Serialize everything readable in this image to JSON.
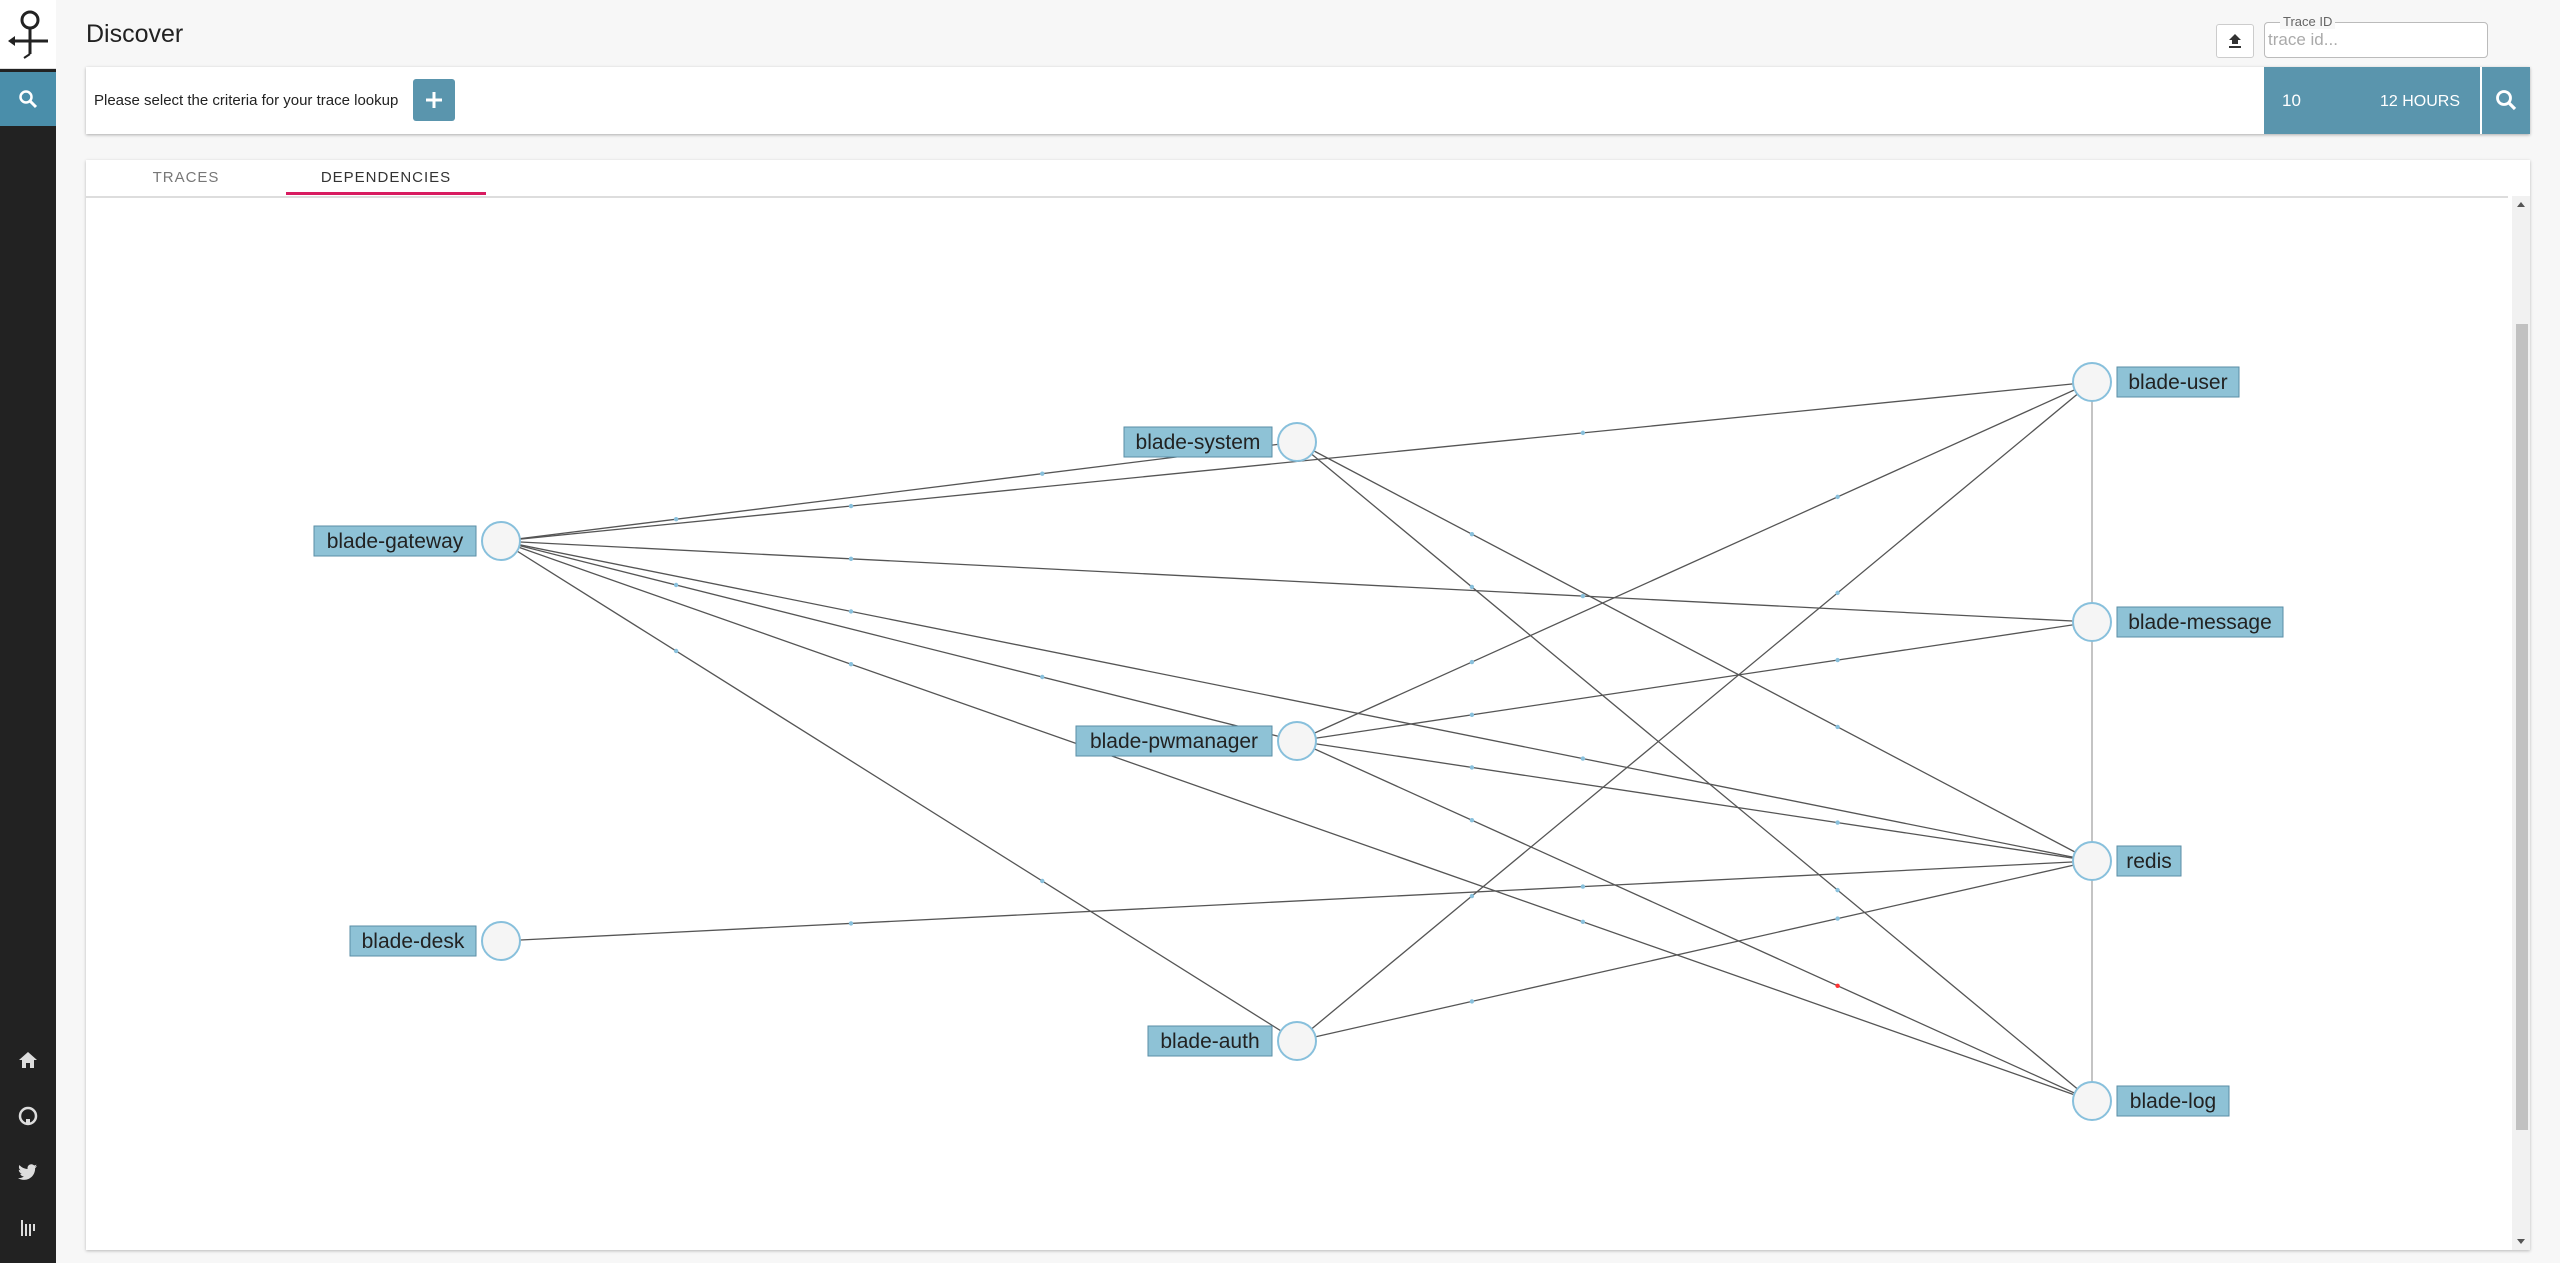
{
  "app": {
    "page_title": "Discover"
  },
  "sidebar": {
    "items": [
      {
        "name": "search",
        "icon": "search-icon"
      },
      {
        "name": "home",
        "icon": "home-icon"
      },
      {
        "name": "github",
        "icon": "github-icon"
      },
      {
        "name": "twitter",
        "icon": "twitter-icon"
      },
      {
        "name": "gitter",
        "icon": "gitter-icon"
      }
    ]
  },
  "trace_lookup": {
    "label": "Trace ID",
    "placeholder": "trace id..."
  },
  "criteria": {
    "prompt": "Please select the criteria for your trace lookup",
    "limit": "10",
    "lookback": "12 HOURS"
  },
  "tabs": [
    {
      "label": "TRACES",
      "active": false
    },
    {
      "label": "DEPENDENCIES",
      "active": true
    }
  ],
  "graph": {
    "nodes": [
      {
        "id": "blade-gateway",
        "label": "blade-gateway",
        "column": 0
      },
      {
        "id": "blade-desk",
        "label": "blade-desk",
        "column": 0
      },
      {
        "id": "blade-system",
        "label": "blade-system",
        "column": 1
      },
      {
        "id": "blade-pwmanager",
        "label": "blade-pwmanager",
        "column": 1
      },
      {
        "id": "blade-auth",
        "label": "blade-auth",
        "column": 1
      },
      {
        "id": "blade-user",
        "label": "blade-user",
        "column": 2
      },
      {
        "id": "blade-message",
        "label": "blade-message",
        "column": 2
      },
      {
        "id": "redis",
        "label": "redis",
        "column": 2
      },
      {
        "id": "blade-log",
        "label": "blade-log",
        "column": 2
      }
    ],
    "edges": [
      {
        "from": "blade-gateway",
        "to": "blade-system"
      },
      {
        "from": "blade-gateway",
        "to": "blade-user"
      },
      {
        "from": "blade-gateway",
        "to": "blade-message"
      },
      {
        "from": "blade-gateway",
        "to": "blade-pwmanager"
      },
      {
        "from": "blade-gateway",
        "to": "redis"
      },
      {
        "from": "blade-gateway",
        "to": "blade-auth"
      },
      {
        "from": "blade-gateway",
        "to": "blade-log"
      },
      {
        "from": "blade-desk",
        "to": "redis"
      },
      {
        "from": "blade-system",
        "to": "redis"
      },
      {
        "from": "blade-system",
        "to": "blade-log"
      },
      {
        "from": "blade-pwmanager",
        "to": "blade-user"
      },
      {
        "from": "blade-pwmanager",
        "to": "blade-message"
      },
      {
        "from": "blade-pwmanager",
        "to": "redis"
      },
      {
        "from": "blade-pwmanager",
        "to": "blade-log",
        "error": true
      },
      {
        "from": "blade-auth",
        "to": "blade-user"
      },
      {
        "from": "blade-auth",
        "to": "redis"
      },
      {
        "from": "blade-user",
        "to": "blade-message",
        "vertical": true
      },
      {
        "from": "blade-message",
        "to": "redis",
        "vertical": true
      },
      {
        "from": "redis",
        "to": "blade-log",
        "vertical": true
      }
    ]
  },
  "colors": {
    "accent": "#5a95ad",
    "sidebar": "#222222",
    "tab_active_underline": "#d81b60",
    "node_label_bg": "#8ec2d6",
    "node_border": "#88c0dc",
    "error_dot": "#ff3333"
  }
}
